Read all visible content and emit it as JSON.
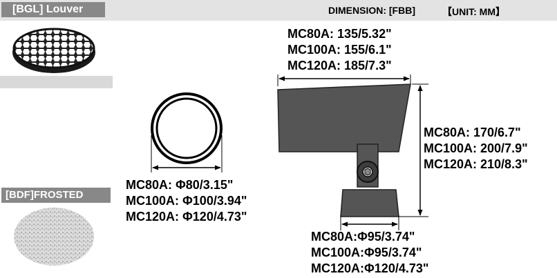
{
  "header": {
    "dimension_title": "DIMENSION: [FBB]",
    "unit_label": "【UNIT: MM】"
  },
  "accessories": {
    "louver_label": "[BGL] Louver",
    "frosted_label": "[BDF]FROSTED"
  },
  "front_diameter": {
    "lines": [
      "MC80A: Φ80/3.15\"",
      "MC100A: Φ100/3.94\"",
      "MC120A: Φ120/4.73\""
    ]
  },
  "top_width": {
    "lines": [
      "MC80A: 135/5.32\"",
      "MC100A: 155/6.1\"",
      "MC120A: 185/7.3\""
    ]
  },
  "height": {
    "lines": [
      "MC80A: 170/6.7\"",
      "MC100A: 200/7.9\"",
      "MC120A: 210/8.3\""
    ]
  },
  "base_width": {
    "lines": [
      "MC80A:Φ95/3.74\"",
      "MC100A:Φ95/3.74\"",
      "MC120A:Φ120/4.73\""
    ]
  },
  "colors": {
    "label_bg": "#888888",
    "topbar_bg": "#e3e3e3",
    "fixture_gray": "#555555"
  }
}
